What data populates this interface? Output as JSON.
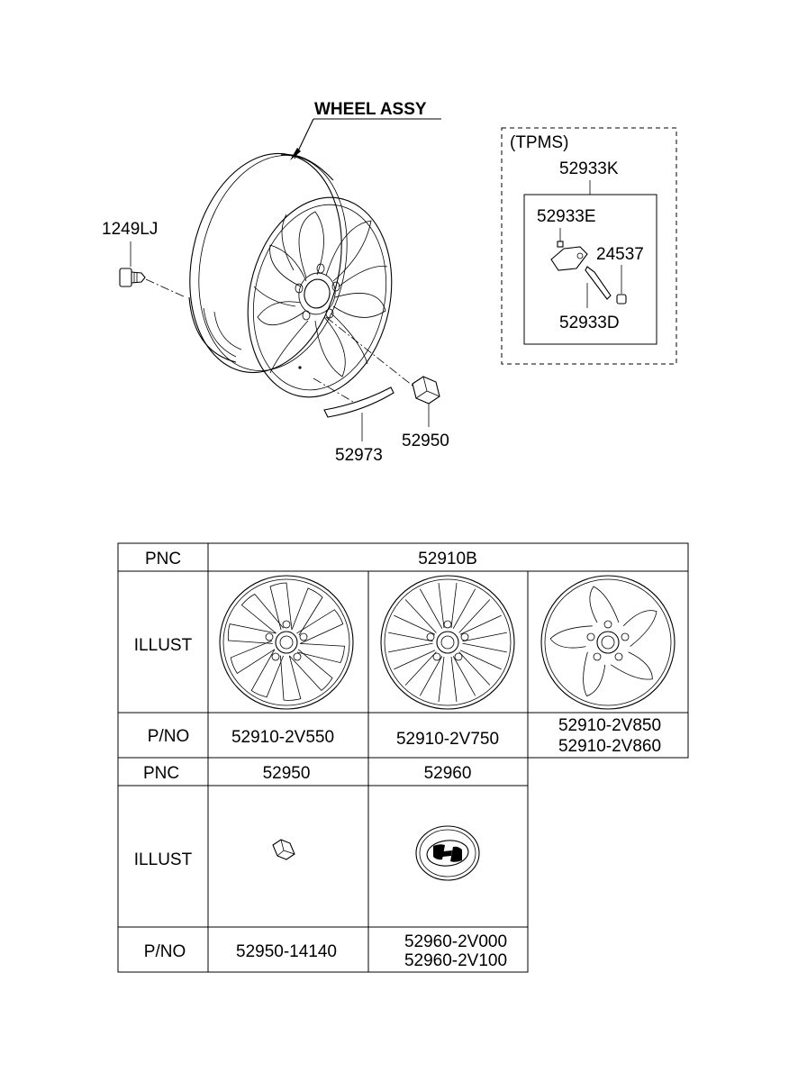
{
  "diagram": {
    "title": "WHEEL ASSY",
    "callouts": {
      "bolt": "1249LJ",
      "weight": "52973",
      "nut": "52950",
      "tpms_group": "(TPMS)",
      "sensor_assy": "52933K",
      "sensor": "52933E",
      "valve_cap": "24537",
      "valve_stem": "52933D"
    }
  },
  "table": {
    "top": {
      "pnc_header": "PNC",
      "pnc_value": "52910B",
      "illust_header": "ILLUST",
      "pno_header": "P/NO",
      "wheels": [
        {
          "icon": "alloy-wheel-5-double-spoke-icon",
          "part_numbers": [
            "52910-2V550"
          ]
        },
        {
          "icon": "alloy-wheel-10-spoke-icon",
          "part_numbers": [
            "52910-2V750"
          ]
        },
        {
          "icon": "alloy-wheel-5-spoke-icon",
          "part_numbers": [
            "52910-2V850",
            "52910-2V860"
          ]
        }
      ]
    },
    "bottom": {
      "pnc_header": "PNC",
      "illust_header": "ILLUST",
      "pno_header": "P/NO",
      "items": [
        {
          "pnc": "52950",
          "icon": "wheel-nut-icon",
          "part_numbers": [
            "52950-14140"
          ]
        },
        {
          "pnc": "52960",
          "icon": "hyundai-center-cap-icon",
          "part_numbers": [
            "52960-2V000",
            "52960-2V100"
          ]
        }
      ]
    }
  }
}
